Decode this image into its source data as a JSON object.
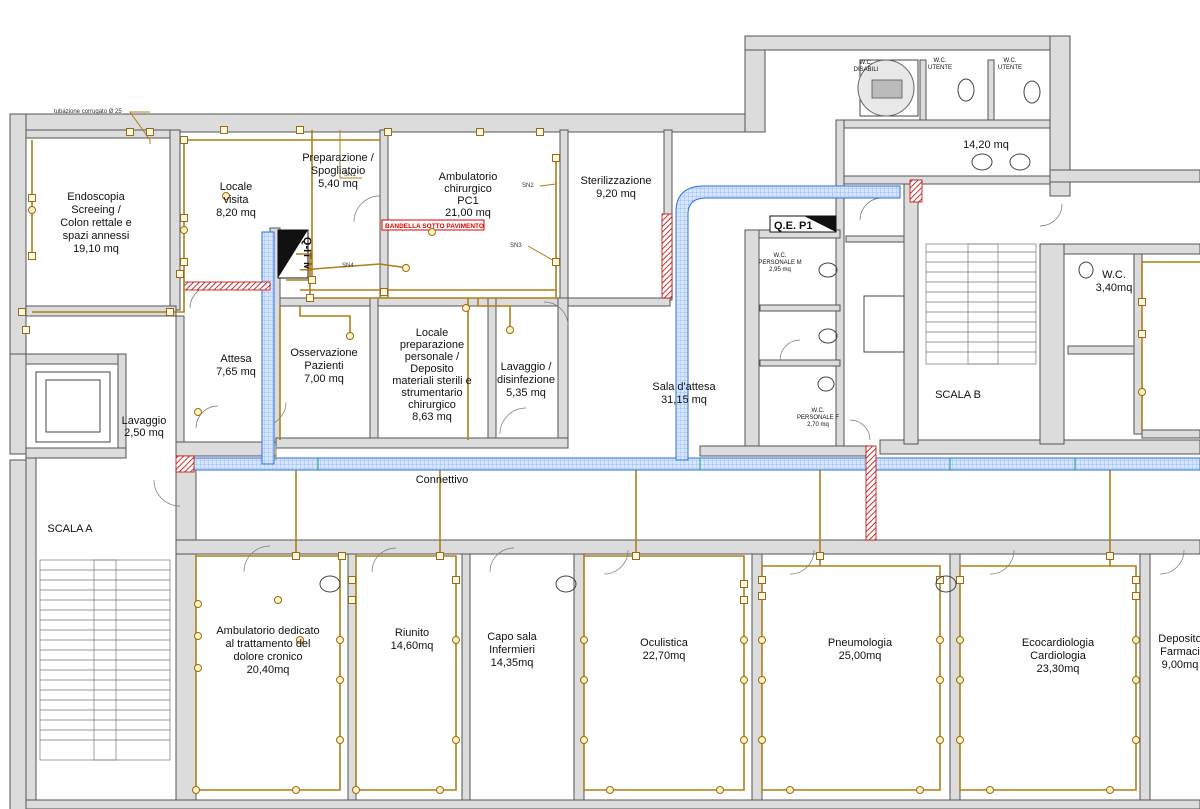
{
  "plan": {
    "rooms": {
      "endoscopia": [
        "Endoscopia",
        "Screeing /",
        "Colon rettale e",
        "spazi annessi",
        "19,10 mq"
      ],
      "locale_visita": [
        "Locale",
        "visita",
        "8,20 mq"
      ],
      "preparazione": [
        "Preparazione /",
        "Spogliatoio",
        "5,40 mq"
      ],
      "ambulatorio_chirurgico": [
        "Ambulatorio",
        "chirurgico",
        "PC1",
        "21,00 mq"
      ],
      "sterilizzazione": [
        "Sterilizzazione",
        "9,20 mq"
      ],
      "attesa": [
        "Attesa",
        "7,65 mq"
      ],
      "osservazione": [
        "Osservazione",
        "Pazienti",
        "7,00 mq"
      ],
      "locale_preparazione": [
        "Locale",
        "preparazione",
        "personale /",
        "Deposito",
        "materiali sterili e",
        "strumentario",
        "chirurgico",
        "8,63 mq"
      ],
      "lavaggio_disinfezione": [
        "Lavaggio /",
        "disinfezione",
        "5,35 mq"
      ],
      "sala_attesa": [
        "Sala d'attesa",
        "31,15 mq"
      ],
      "lavaggio": [
        "Lavaggio",
        "2,50 mq"
      ],
      "wc_bagni": [
        "14,20 mq"
      ],
      "wc_right": [
        "W.C.",
        "3,40mq"
      ],
      "scala_b": [
        "SCALA B"
      ],
      "scala_a": [
        "SCALA A"
      ],
      "connettivo": [
        "Connettivo"
      ],
      "ambulatorio_dolore": [
        "Ambulatorio dedicato",
        "al trattamento del",
        "dolore cronico",
        "20,40mq"
      ],
      "riunito": [
        "Riunito",
        "14,60mq"
      ],
      "capo_sala": [
        "Capo sala",
        "Infermieri",
        "14,35mq"
      ],
      "oculistica": [
        "Oculistica",
        "22,70mq"
      ],
      "pneumologia": [
        "Pneumologia",
        "25,00mq"
      ],
      "ecocardiologia": [
        "Ecocardiologia",
        "Cardiologia",
        "23,30mq"
      ],
      "deposito_farmaci": [
        "Deposito",
        "Farmaci",
        "9,00mq"
      ]
    },
    "small_labels": {
      "wc_disabili": [
        "W.C.",
        "DISABILI"
      ],
      "wc_utente_1": [
        "W.C.",
        "UTENTE"
      ],
      "wc_utente_2": [
        "W.C.",
        "UTENTE"
      ],
      "wc_personale_m": [
        "W.C.",
        "PERSONALE M",
        "2,95 mq"
      ],
      "wc_personale_f": [
        "W.C.",
        "PERSONALE F",
        "2,70 mq"
      ]
    },
    "tags": {
      "tubazione": "tubazione corrugato Ø 25",
      "sn1": "SN1",
      "sn2": "SN2",
      "sn3": "SN3",
      "sn4": "SN4"
    },
    "panels": {
      "q_it_m": "Q-IT M",
      "q_e_p1": "Q.E. P1"
    },
    "warning": "BANDELLA SOTTO PAVIMENTO",
    "colors": {
      "cable": "#b07d17",
      "duct": "#2b6fe0",
      "hatch": "#c00000",
      "warning": "#e00000"
    }
  }
}
